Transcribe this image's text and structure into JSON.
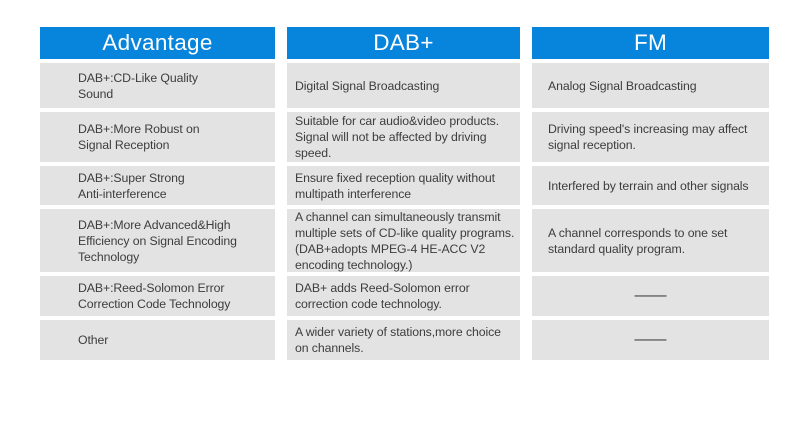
{
  "table": {
    "columns": [
      {
        "header": "Advantage",
        "rows": [
          "DAB+:CD-Like Quality\nSound",
          "DAB+:More Robust on\nSignal Reception",
          "DAB+:Super Strong\nAnti-interference",
          "DAB+:More Advanced&High\nEfficiency on Signal Encoding\nTechnology",
          "DAB+:Reed-Solomon Error\nCorrection Code Technology",
          "Other"
        ]
      },
      {
        "header": "DAB+",
        "rows": [
          "Digital Signal Broadcasting",
          "Suitable for car audio&video products.\nSignal will not be affected by driving\nspeed.",
          "Ensure fixed reception quality without\nmultipath interference",
          "A channel can simultaneously transmit\nmultiple sets of CD-like quality programs.\n(DAB+adopts MPEG-4 HE-ACC V2\nencoding technology.)",
          "DAB+ adds Reed-Solomon error\ncorrection code technology.",
          "A wider variety of stations,more choice\non channels."
        ]
      },
      {
        "header": "FM",
        "rows": [
          "Analog Signal Broadcasting",
          "Driving speed's increasing may affect\nsignal reception.",
          "Interfered by terrain and other signals",
          "A channel corresponds to one set\nstandard quality program.",
          "——",
          "——"
        ]
      }
    ]
  },
  "colors": {
    "header_bg": "#0784dc",
    "row_bg": "#e3e3e3",
    "header_text": "#ffffff",
    "body_text": "#3d3d3d"
  }
}
